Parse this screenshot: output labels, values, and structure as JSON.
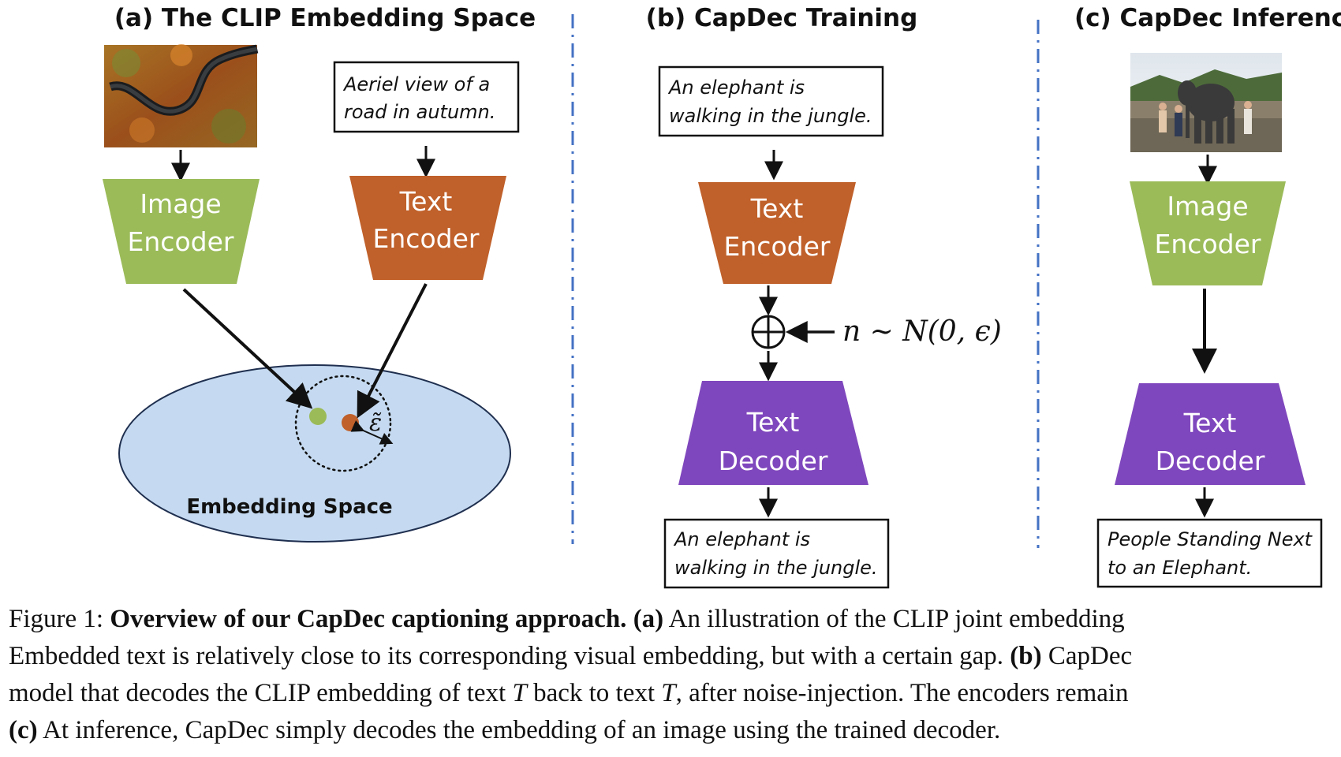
{
  "colors": {
    "image_encoder": "#9bbb59",
    "text_encoder": "#c0602a",
    "text_decoder": "#7f47bd",
    "embedding_space": "#c5daf0",
    "embedding_space_border": "#1f2f4f",
    "divider": "#4472c4",
    "image_point": "#9bbb59",
    "text_point": "#c0602a"
  },
  "panel_a": {
    "title": "(a) The CLIP Embedding Space",
    "image_encoder": [
      "Image",
      "Encoder"
    ],
    "text_encoder": [
      "Text",
      "Encoder"
    ],
    "caption_box": [
      "Aeriel view of a",
      "road in autumn."
    ],
    "embedding_space_label": "Embedding Space",
    "epsilon_label": "ε̃",
    "photo_icon": "aerial-autumn-road-photo"
  },
  "panel_b": {
    "title": "(b) CapDec Training",
    "input_box": [
      "An elephant is",
      "walking in the jungle."
    ],
    "text_encoder": [
      "Text",
      "Encoder"
    ],
    "noise_label": "n ~ N(0, ϵ)",
    "plus_icon": "circled-plus-icon",
    "text_decoder": [
      "Text",
      "Decoder"
    ],
    "output_box": [
      "An elephant is",
      "walking in the jungle."
    ]
  },
  "panel_c": {
    "title": "(c) CapDec Inference",
    "photo_icon": "elephant-with-people-photo",
    "image_encoder": [
      "Image",
      "Encoder"
    ],
    "text_decoder": [
      "Text",
      "Decoder"
    ],
    "output_box": [
      "People Standing Next",
      "to an Elephant."
    ]
  },
  "caption": {
    "label": "Figure 1:",
    "bold_title": "Overview of our CapDec captioning approach.",
    "part_a_label": "(a)",
    "line1_text": "An illustration of the CLIP joint embedding",
    "line2_pre": "Embedded text is relatively close to its corresponding visual embedding, but with a certain gap.",
    "part_b_label": "(b)",
    "line2_post": "CapDec",
    "line3_pre": "model that decodes the CLIP embedding of text",
    "var_t1": "T",
    "line3_mid": "back to text",
    "var_t2": "T",
    "line3_post": ", after noise-injection. The encoders remain",
    "part_c_label": "(c)",
    "line4_text": "At inference, CapDec simply decodes the embedding of an image using the trained decoder."
  }
}
